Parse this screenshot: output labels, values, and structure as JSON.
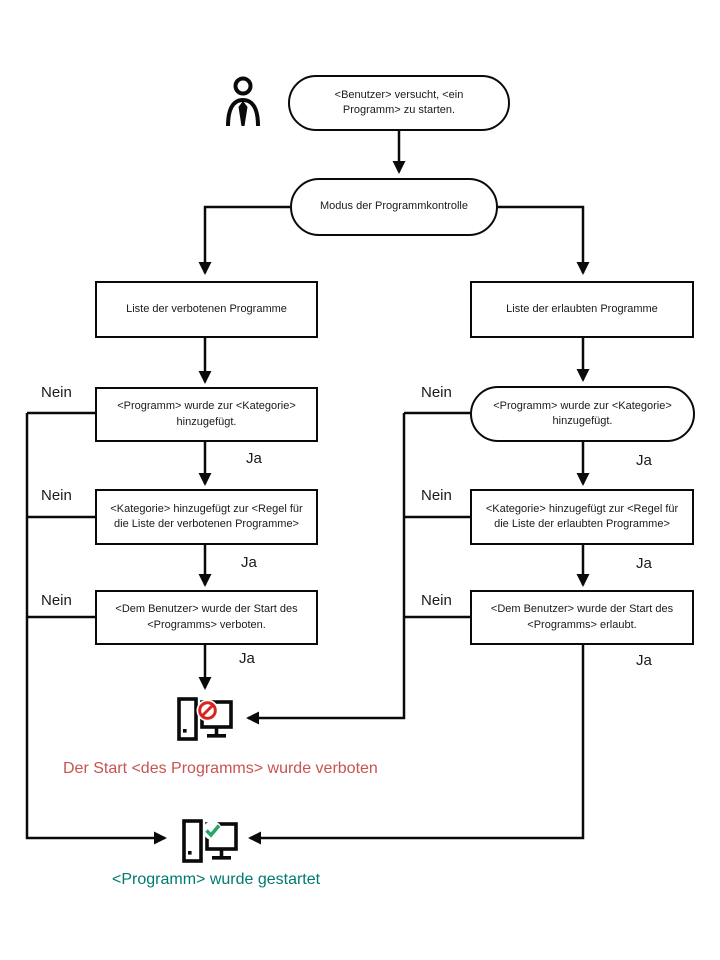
{
  "nodes": {
    "start": "<Benutzer> versucht, <ein Programm> zu starten.",
    "mode": "Modus der Programmkontrolle",
    "left_list": "Liste der verbotenen Programme",
    "left_check1": "<Programm> wurde zur <Kategorie> hinzugefügt.",
    "left_check2": "<Kategorie> hinzugefügt zur <Regel für die Liste der verbotenen Programme>",
    "left_result": "<Dem Benutzer> wurde der Start des <Programms> verboten.",
    "right_list": "Liste der erlaubten Programme",
    "right_check1": "<Programm> wurde zur <Kategorie> hinzugefügt.",
    "right_check2": "<Kategorie> hinzugefügt zur <Regel für die Liste der erlaubten Programme>",
    "right_result": "<Dem Benutzer> wurde der Start des <Programms> erlaubt."
  },
  "labels": {
    "yes": "Ja",
    "no": "Nein"
  },
  "outcomes": {
    "blocked": "Der Start <des Programms> wurde verboten",
    "started": "<Programm> wurde gestartet"
  },
  "colors": {
    "line": "#0a0a0a",
    "blocked_text": "#c9534f",
    "started_text": "#007a6e",
    "blocked_badge": "#d8231f",
    "started_badge": "#2aa56a"
  },
  "icons": {
    "user": "user-icon",
    "blocked": "computer-blocked-icon",
    "started": "computer-started-icon"
  }
}
